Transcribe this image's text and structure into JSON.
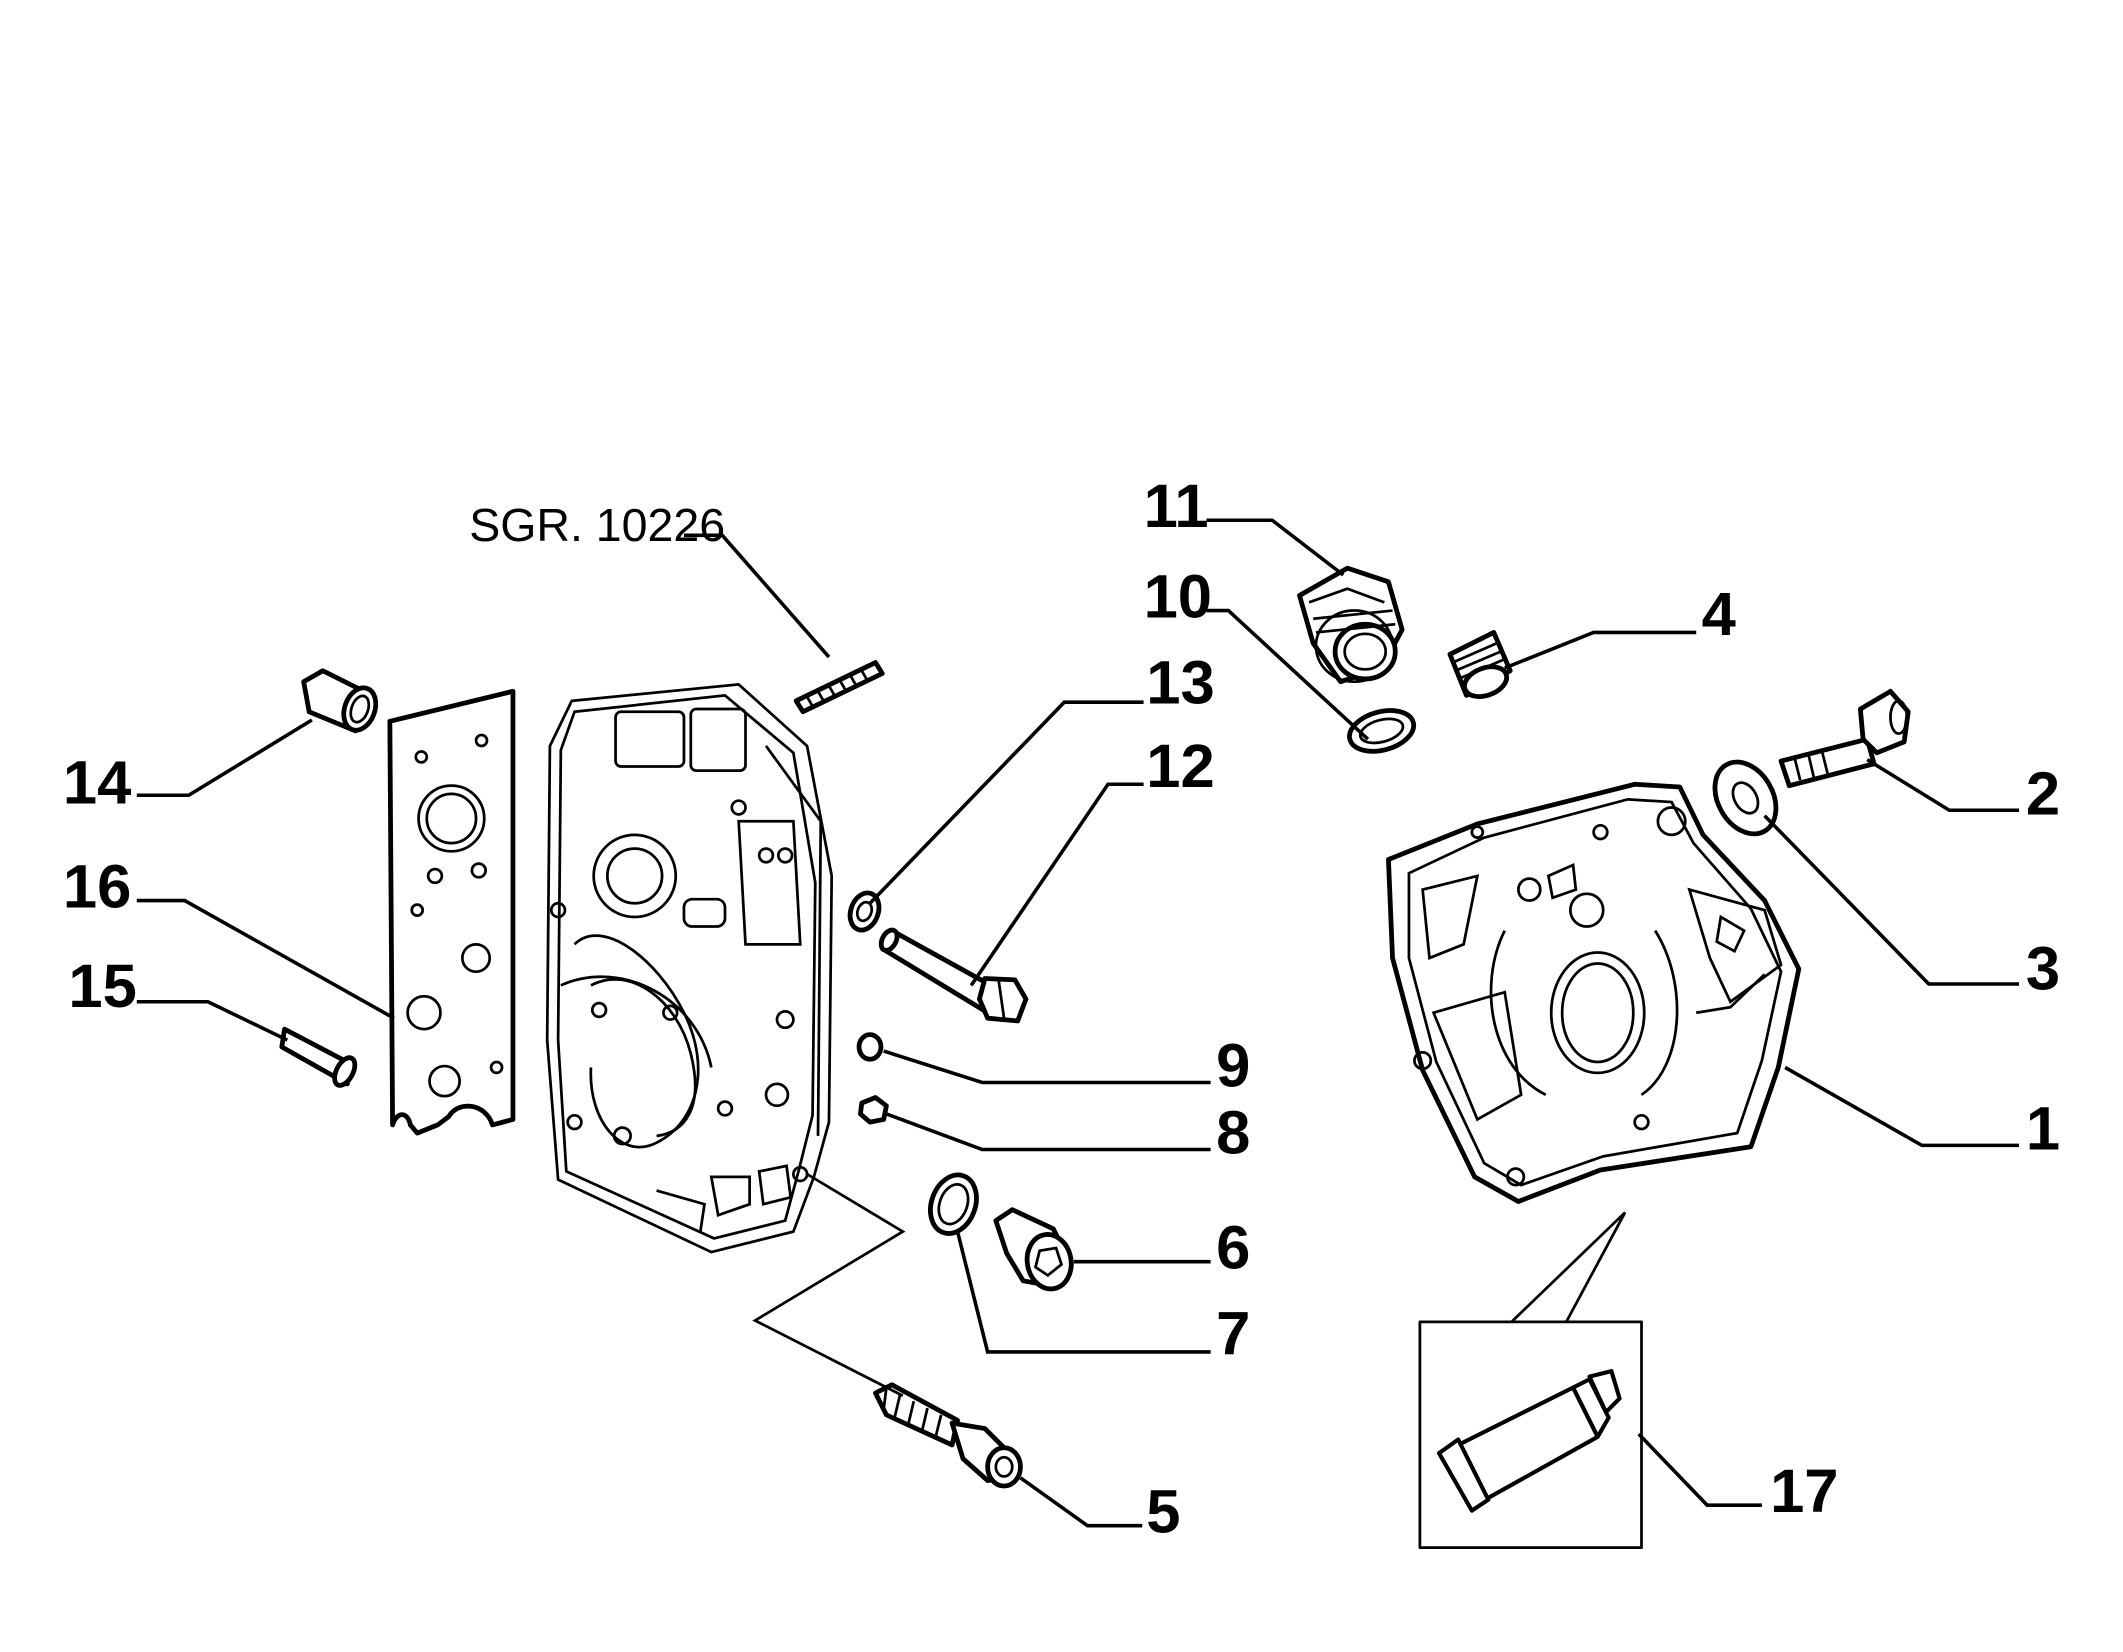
{
  "reference": "SGR. 10226",
  "callouts": {
    "c1": "1",
    "c2": "2",
    "c3": "3",
    "c4": "4",
    "c5": "5",
    "c6": "6",
    "c7": "7",
    "c8": "8",
    "c9": "9",
    "c10": "10",
    "c11": "11",
    "c12": "12",
    "c13": "13",
    "c14": "14",
    "c15": "15",
    "c16": "16",
    "c17": "17"
  }
}
